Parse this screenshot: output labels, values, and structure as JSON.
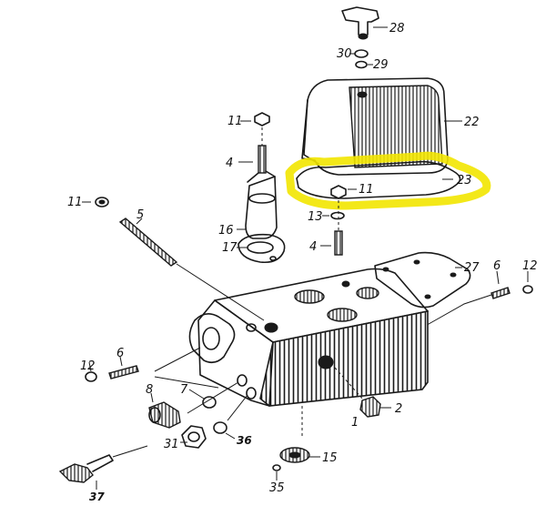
{
  "colors": {
    "ink": "#1a1a1a",
    "highlight": "#f2e600",
    "paper": "#ffffff"
  },
  "labels": {
    "p28": "28",
    "p30": "30",
    "p29": "29",
    "p22": "22",
    "p23": "23",
    "p11_top": "11",
    "p11_left": "11",
    "p11_mid": "11",
    "p4_left": "4",
    "p4_mid": "4",
    "p5": "5",
    "p13": "13",
    "p16": "16",
    "p17": "17",
    "p27": "27",
    "p6_right": "6",
    "p12_right": "12",
    "p12_left": "12",
    "p6_left": "6",
    "p7": "7",
    "p8": "8",
    "p2": "2",
    "p1": "1",
    "p31": "31",
    "p36": "36",
    "p15": "15",
    "p35": "35",
    "p37": "37"
  }
}
